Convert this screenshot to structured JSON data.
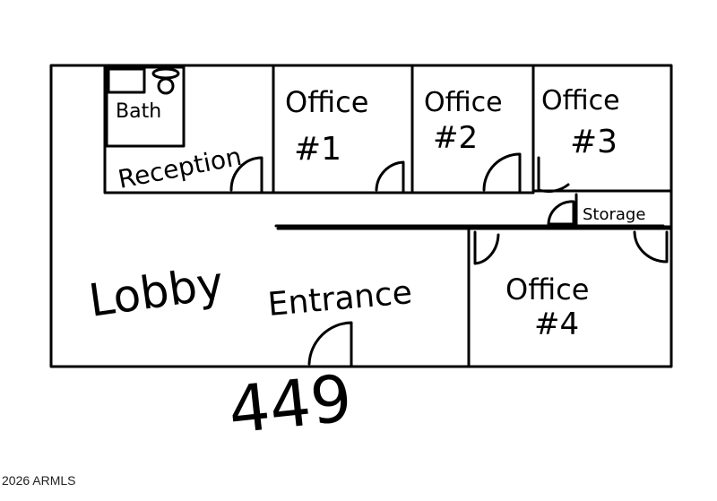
{
  "rooms": {
    "bath": "Bath",
    "reception": "Reception",
    "office1": {
      "title": "Office",
      "number": "#1"
    },
    "office2": {
      "title": "Office",
      "number": "#2"
    },
    "office3": {
      "title": "Office",
      "number": "#3"
    },
    "office4": {
      "title": "Office",
      "number": "#4"
    },
    "storage": "Storage",
    "lobby": "Lobby",
    "entrance": "Entrance"
  },
  "unit_number": "449",
  "watermark": "2026 ARMLS"
}
